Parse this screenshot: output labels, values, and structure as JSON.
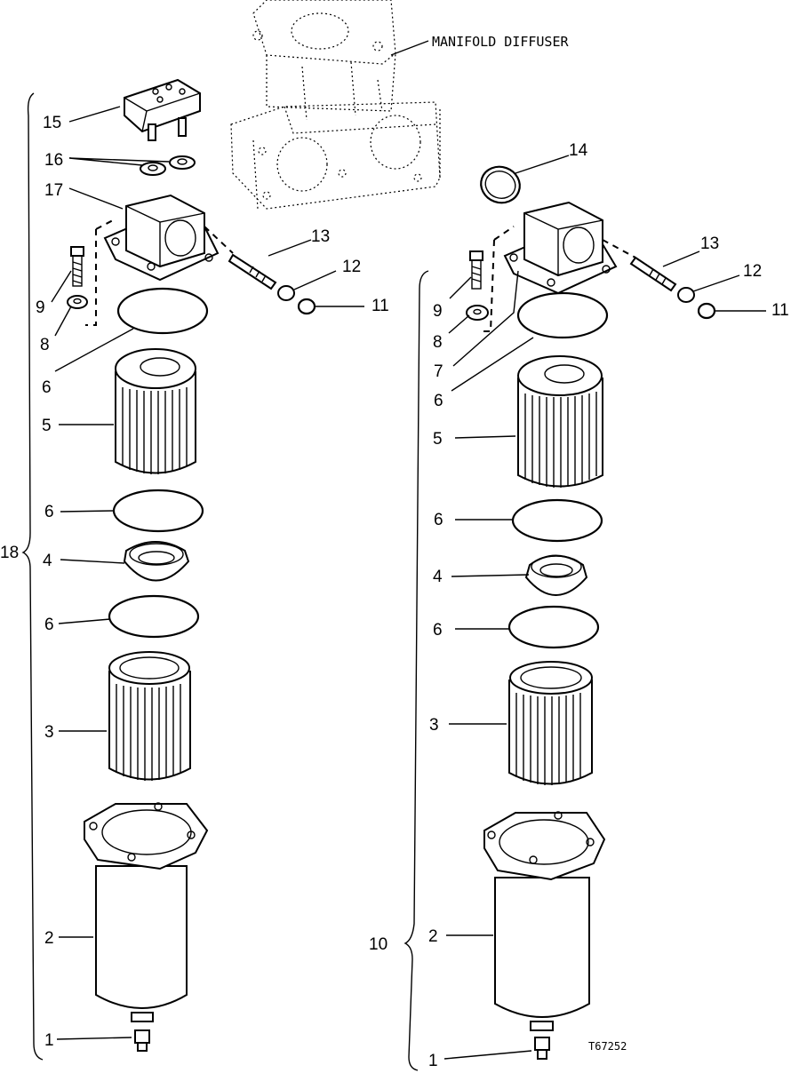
{
  "diagram": {
    "caption": "MANIFOLD DIFFUSER",
    "figure_id": "T67252",
    "left_assembly": {
      "group_label": "18",
      "callouts": {
        "p15": "15",
        "p16": "16",
        "p17": "17",
        "p13": "13",
        "p12": "12",
        "p11": "11",
        "p9": "9",
        "p8": "8",
        "p6a": "6",
        "p5": "5",
        "p6b": "6",
        "p4": "4",
        "p6c": "6",
        "p3": "3",
        "p2": "2",
        "p1": "1"
      }
    },
    "right_assembly": {
      "group_label": "10",
      "callouts": {
        "p14": "14",
        "p13": "13",
        "p12": "12",
        "p11": "11",
        "p9": "9",
        "p8": "8",
        "p7": "7",
        "p6a": "6",
        "p5": "5",
        "p6b": "6",
        "p4": "4",
        "p6c": "6",
        "p3": "3",
        "p2": "2",
        "p1": "1"
      }
    }
  }
}
